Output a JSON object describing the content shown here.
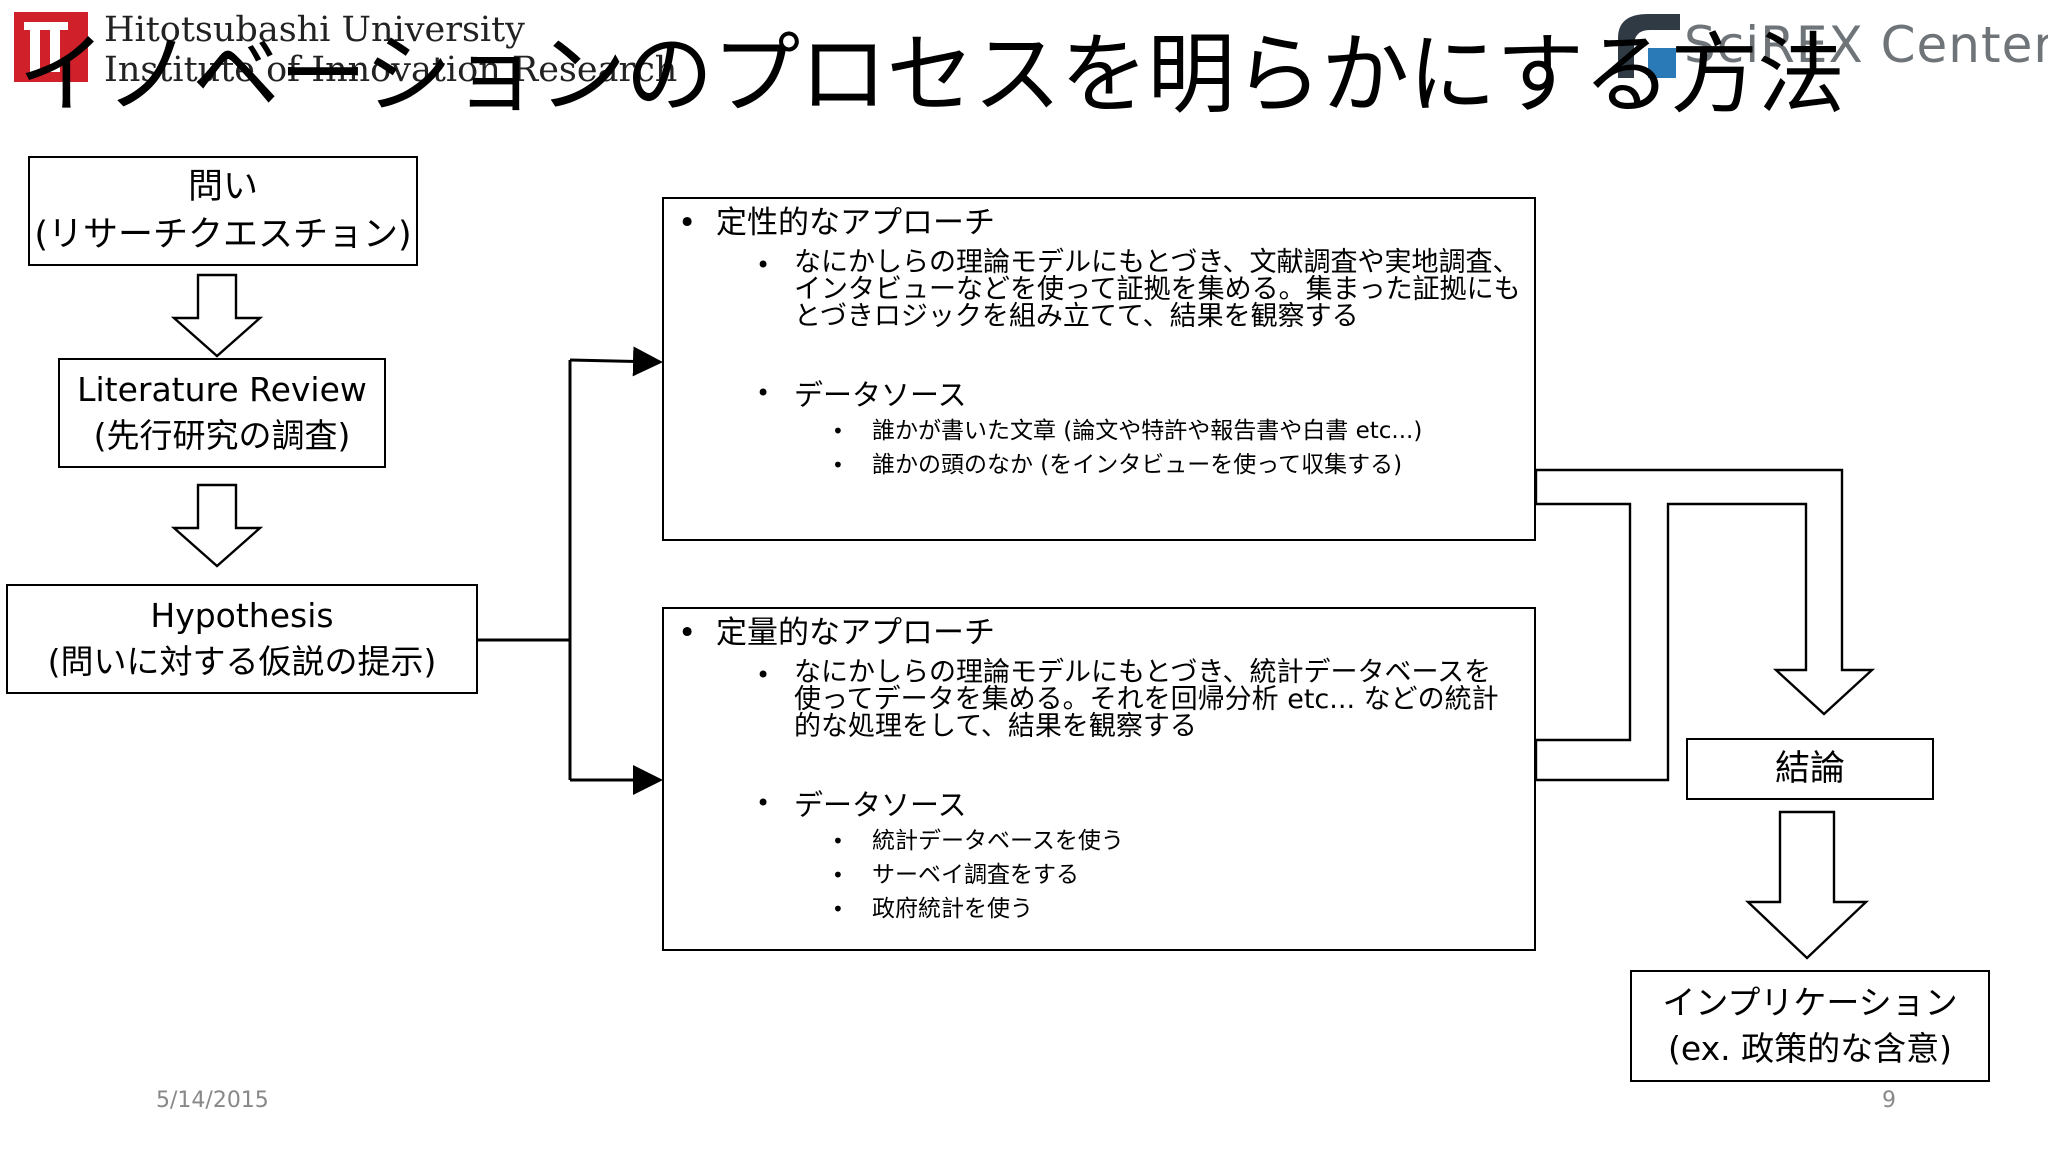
{
  "header": {
    "university_line1": "Hitotsubashi University",
    "university_line2": "Institute of Innovation Research",
    "partner_name": "SciREX Center",
    "brand_red": "#d0202a",
    "partner_gray": "#6f7478",
    "partner_blue": "#2a7ab8"
  },
  "title": "イノベーションのプロセスを明らかにする方法",
  "flow": {
    "question": {
      "line1": "問い",
      "line2": "(リサーチクエスチョン)"
    },
    "literature": {
      "line1": "Literature Review",
      "line2": "(先行研究の調査)"
    },
    "hypothesis": {
      "line1": "Hypothesis",
      "line2": "(問いに対する仮説の提示)"
    },
    "conclusion": {
      "label": "結論"
    },
    "implication": {
      "line1": "インプリケーション",
      "line2": "(ex. 政策的な含意)"
    }
  },
  "qualitative": {
    "heading": "定性的なアプローチ",
    "desc_lines": [
      "なにかしらの理論モデルにもとづき、文献調査や実地調査、",
      "インタビューなどを使って証拠を集める。集まった証拠にも",
      "とづきロジックを組み立てて、結果を観察する"
    ],
    "source_heading": "データソース",
    "sources": [
      "誰かが書いた文章 (論文や特許や報告書や白書 etc...)",
      "誰かの頭のなか (をインタビューを使って収集する)"
    ]
  },
  "quantitative": {
    "heading": "定量的なアプローチ",
    "desc_lines": [
      "なにかしらの理論モデルにもとづき、統計データベースを",
      "使ってデータを集める。それを回帰分析 etc... などの統計",
      "的な処理をして、結果を観察する"
    ],
    "source_heading": "データソース",
    "sources": [
      "統計データベースを使う",
      "サーベイ調査をする",
      "政府統計を使う"
    ]
  },
  "footer": {
    "date": "5/14/2015",
    "page": "9"
  }
}
